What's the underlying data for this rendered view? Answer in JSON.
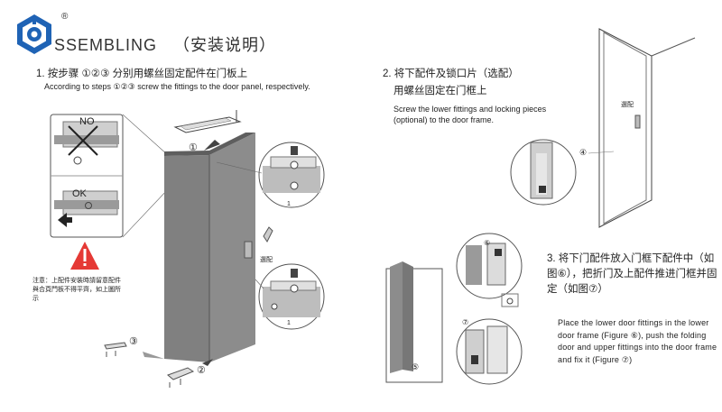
{
  "header": {
    "registered_mark": "®",
    "title": "SSEMBLING",
    "title_cn": "（安装说明）"
  },
  "step1": {
    "cn": "1. 按步骤 ①②③ 分别用螺丝固定配件在门板上",
    "en": "According to steps ①②③ screw the fittings to the door panel, respectively."
  },
  "step2": {
    "cn": "2. 将下配件及锁口片（选配）",
    "cn2": "用螺丝固定在门框上",
    "en": "Screw the lower fittings and  locking pieces (optional) to the door frame."
  },
  "step3": {
    "cn": "3. 将下门配件放入门框下配件中（如图⑥），把折门及上配件推进门框并固定（如图⑦）",
    "en": "Place the lower door fittings in the lower door frame (Figure ⑥), push the folding door and upper fittings into the door frame and fix it (Figure ⑦)"
  },
  "note": {
    "text": "注意：上配件安裝時請留意配件與合頁門板不得平齊，如上圖所示"
  },
  "labels": {
    "no": "NO",
    "ok": "OK",
    "n1": "①",
    "n2": "②",
    "n3": "③",
    "n4": "④",
    "n5": "⑤",
    "n6": "⑥",
    "n7": "⑦",
    "optional": "選配",
    "optional2": "選配",
    "dim1": "1",
    "dim1b": "1"
  },
  "colors": {
    "door": "#7f7f7f",
    "door_dark": "#6a6a6a",
    "line": "#333333",
    "warning": "#e53935",
    "logo_blue": "#1f63b5"
  }
}
